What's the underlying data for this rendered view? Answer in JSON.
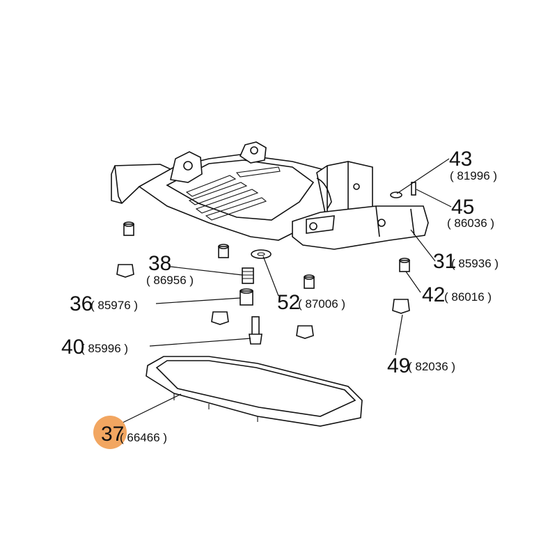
{
  "highlight_color": "#f2a661",
  "callouts": [
    {
      "id": "43",
      "number": "43",
      "code": "( 81996 )"
    },
    {
      "id": "45",
      "number": "45",
      "code": "( 86036 )"
    },
    {
      "id": "31",
      "number": "31",
      "code": "( 85936 )"
    },
    {
      "id": "38",
      "number": "38",
      "code": "( 86956 )"
    },
    {
      "id": "52",
      "number": "52",
      "code": "( 87006 )"
    },
    {
      "id": "42",
      "number": "42",
      "code": "( 86016 )"
    },
    {
      "id": "36",
      "number": "36",
      "code": "( 85976 )"
    },
    {
      "id": "40",
      "number": "40",
      "code": "( 85996 )"
    },
    {
      "id": "49",
      "number": "49",
      "code": "( 82036 )"
    },
    {
      "id": "37",
      "number": "37",
      "code": "( 66466 )",
      "highlighted": true
    }
  ]
}
